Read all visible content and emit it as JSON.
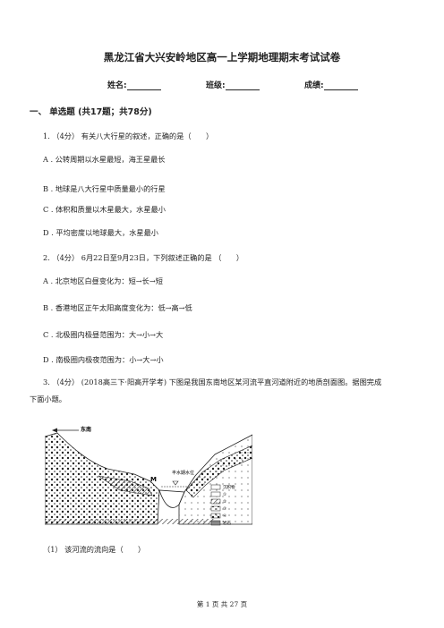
{
  "title": "黑龙江省大兴安岭地区高一上学期地理期末考试试卷",
  "info": {
    "name_label": "姓名:",
    "class_label": "班级:",
    "score_label": "成绩:"
  },
  "section_heading": "一、 单选题 (共17题；共78分)",
  "questions": [
    {
      "stem": "1. （4分） 有关八大行星的叙述，正确的是（　　）",
      "options": [
        "A . 公转周期以水星最短，海王星最长",
        "B . 地球是八大行星中质量最小的行星",
        "C . 体积和质量以木星最大，水星最小",
        "D . 平均密度以地球最大，水星最小"
      ]
    },
    {
      "stem": "2. （4分） 6月22日至9月23日，下列叙述正确的是 （　　）",
      "options": [
        "A . 北京地区白昼变化为：短→长→短",
        "B . 香港地区正午太阳高度变化为：低→高→低",
        "C . 北极圈内极昼范围为：大→小→大",
        "D . 南极圈内极夜范围为：小→大→小"
      ]
    }
  ],
  "q3": {
    "line1": "3. （4分） (2018高三下·阳高开学考) 下图是我国东南地区某河流平直河道附近的地质剖面图。据图完成",
    "line2": "下面小题。",
    "sub1": "（1） 该河流的流向是（　　）"
  },
  "figure": {
    "label_east": "东南",
    "label_m": "M",
    "label_water": "丰水期水位",
    "legend": [
      "沉积物",
      "①",
      "②",
      "③",
      "④",
      "岩石"
    ]
  },
  "footer": "第 1 页 共 27 页"
}
